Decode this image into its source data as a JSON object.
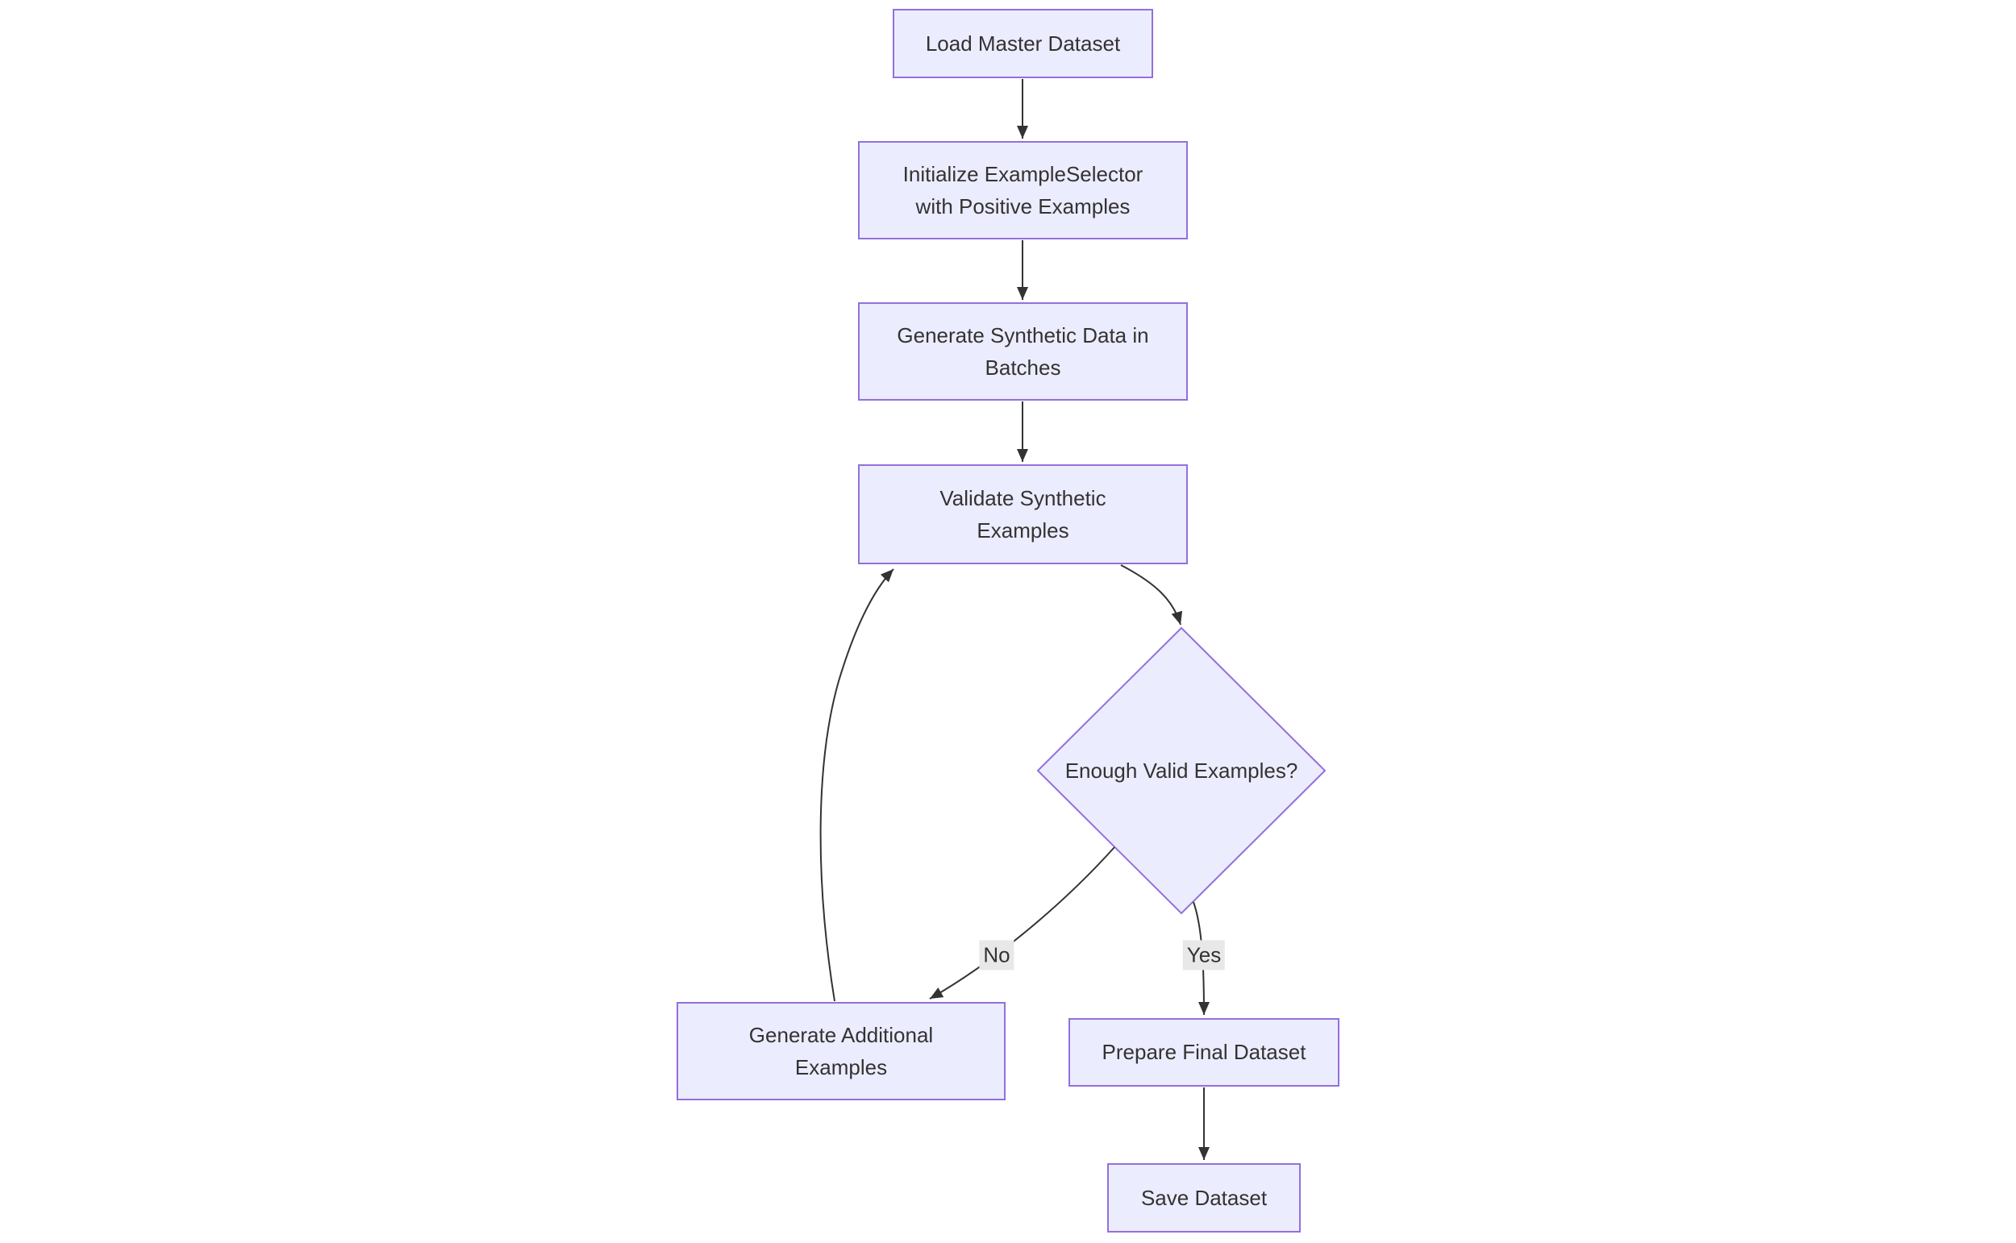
{
  "diagram": {
    "type": "flowchart",
    "direction": "top-down",
    "colors": {
      "node_fill": "#ECECFF",
      "node_border": "#9370DB",
      "edge_stroke": "#333333",
      "text": "#333333",
      "edge_label_background": "#e8e8e8",
      "background": "#ffffff"
    },
    "nodes": [
      {
        "id": "load-master-dataset",
        "shape": "rect",
        "label": "Load Master Dataset"
      },
      {
        "id": "initialize-example-selector",
        "shape": "rect",
        "label": "Initialize ExampleSelector\nwith Positive Examples"
      },
      {
        "id": "generate-synthetic-data",
        "shape": "rect",
        "label": "Generate Synthetic Data in\nBatches"
      },
      {
        "id": "validate-synthetic-examples",
        "shape": "rect",
        "label": "Validate Synthetic\nExamples"
      },
      {
        "id": "enough-valid-examples",
        "shape": "diamond",
        "label": "Enough Valid Examples?"
      },
      {
        "id": "generate-additional-examples",
        "shape": "rect",
        "label": "Generate Additional\nExamples"
      },
      {
        "id": "prepare-final-dataset",
        "shape": "rect",
        "label": "Prepare Final Dataset"
      },
      {
        "id": "save-dataset",
        "shape": "rect",
        "label": "Save Dataset"
      }
    ],
    "edges": [
      {
        "from": "load-master-dataset",
        "to": "initialize-example-selector",
        "label": ""
      },
      {
        "from": "initialize-example-selector",
        "to": "generate-synthetic-data",
        "label": ""
      },
      {
        "from": "generate-synthetic-data",
        "to": "validate-synthetic-examples",
        "label": ""
      },
      {
        "from": "validate-synthetic-examples",
        "to": "enough-valid-examples",
        "label": ""
      },
      {
        "from": "enough-valid-examples",
        "to": "generate-additional-examples",
        "label": "No"
      },
      {
        "from": "enough-valid-examples",
        "to": "prepare-final-dataset",
        "label": "Yes"
      },
      {
        "from": "prepare-final-dataset",
        "to": "save-dataset",
        "label": ""
      },
      {
        "from": "generate-additional-examples",
        "to": "validate-synthetic-examples",
        "label": ""
      }
    ]
  }
}
